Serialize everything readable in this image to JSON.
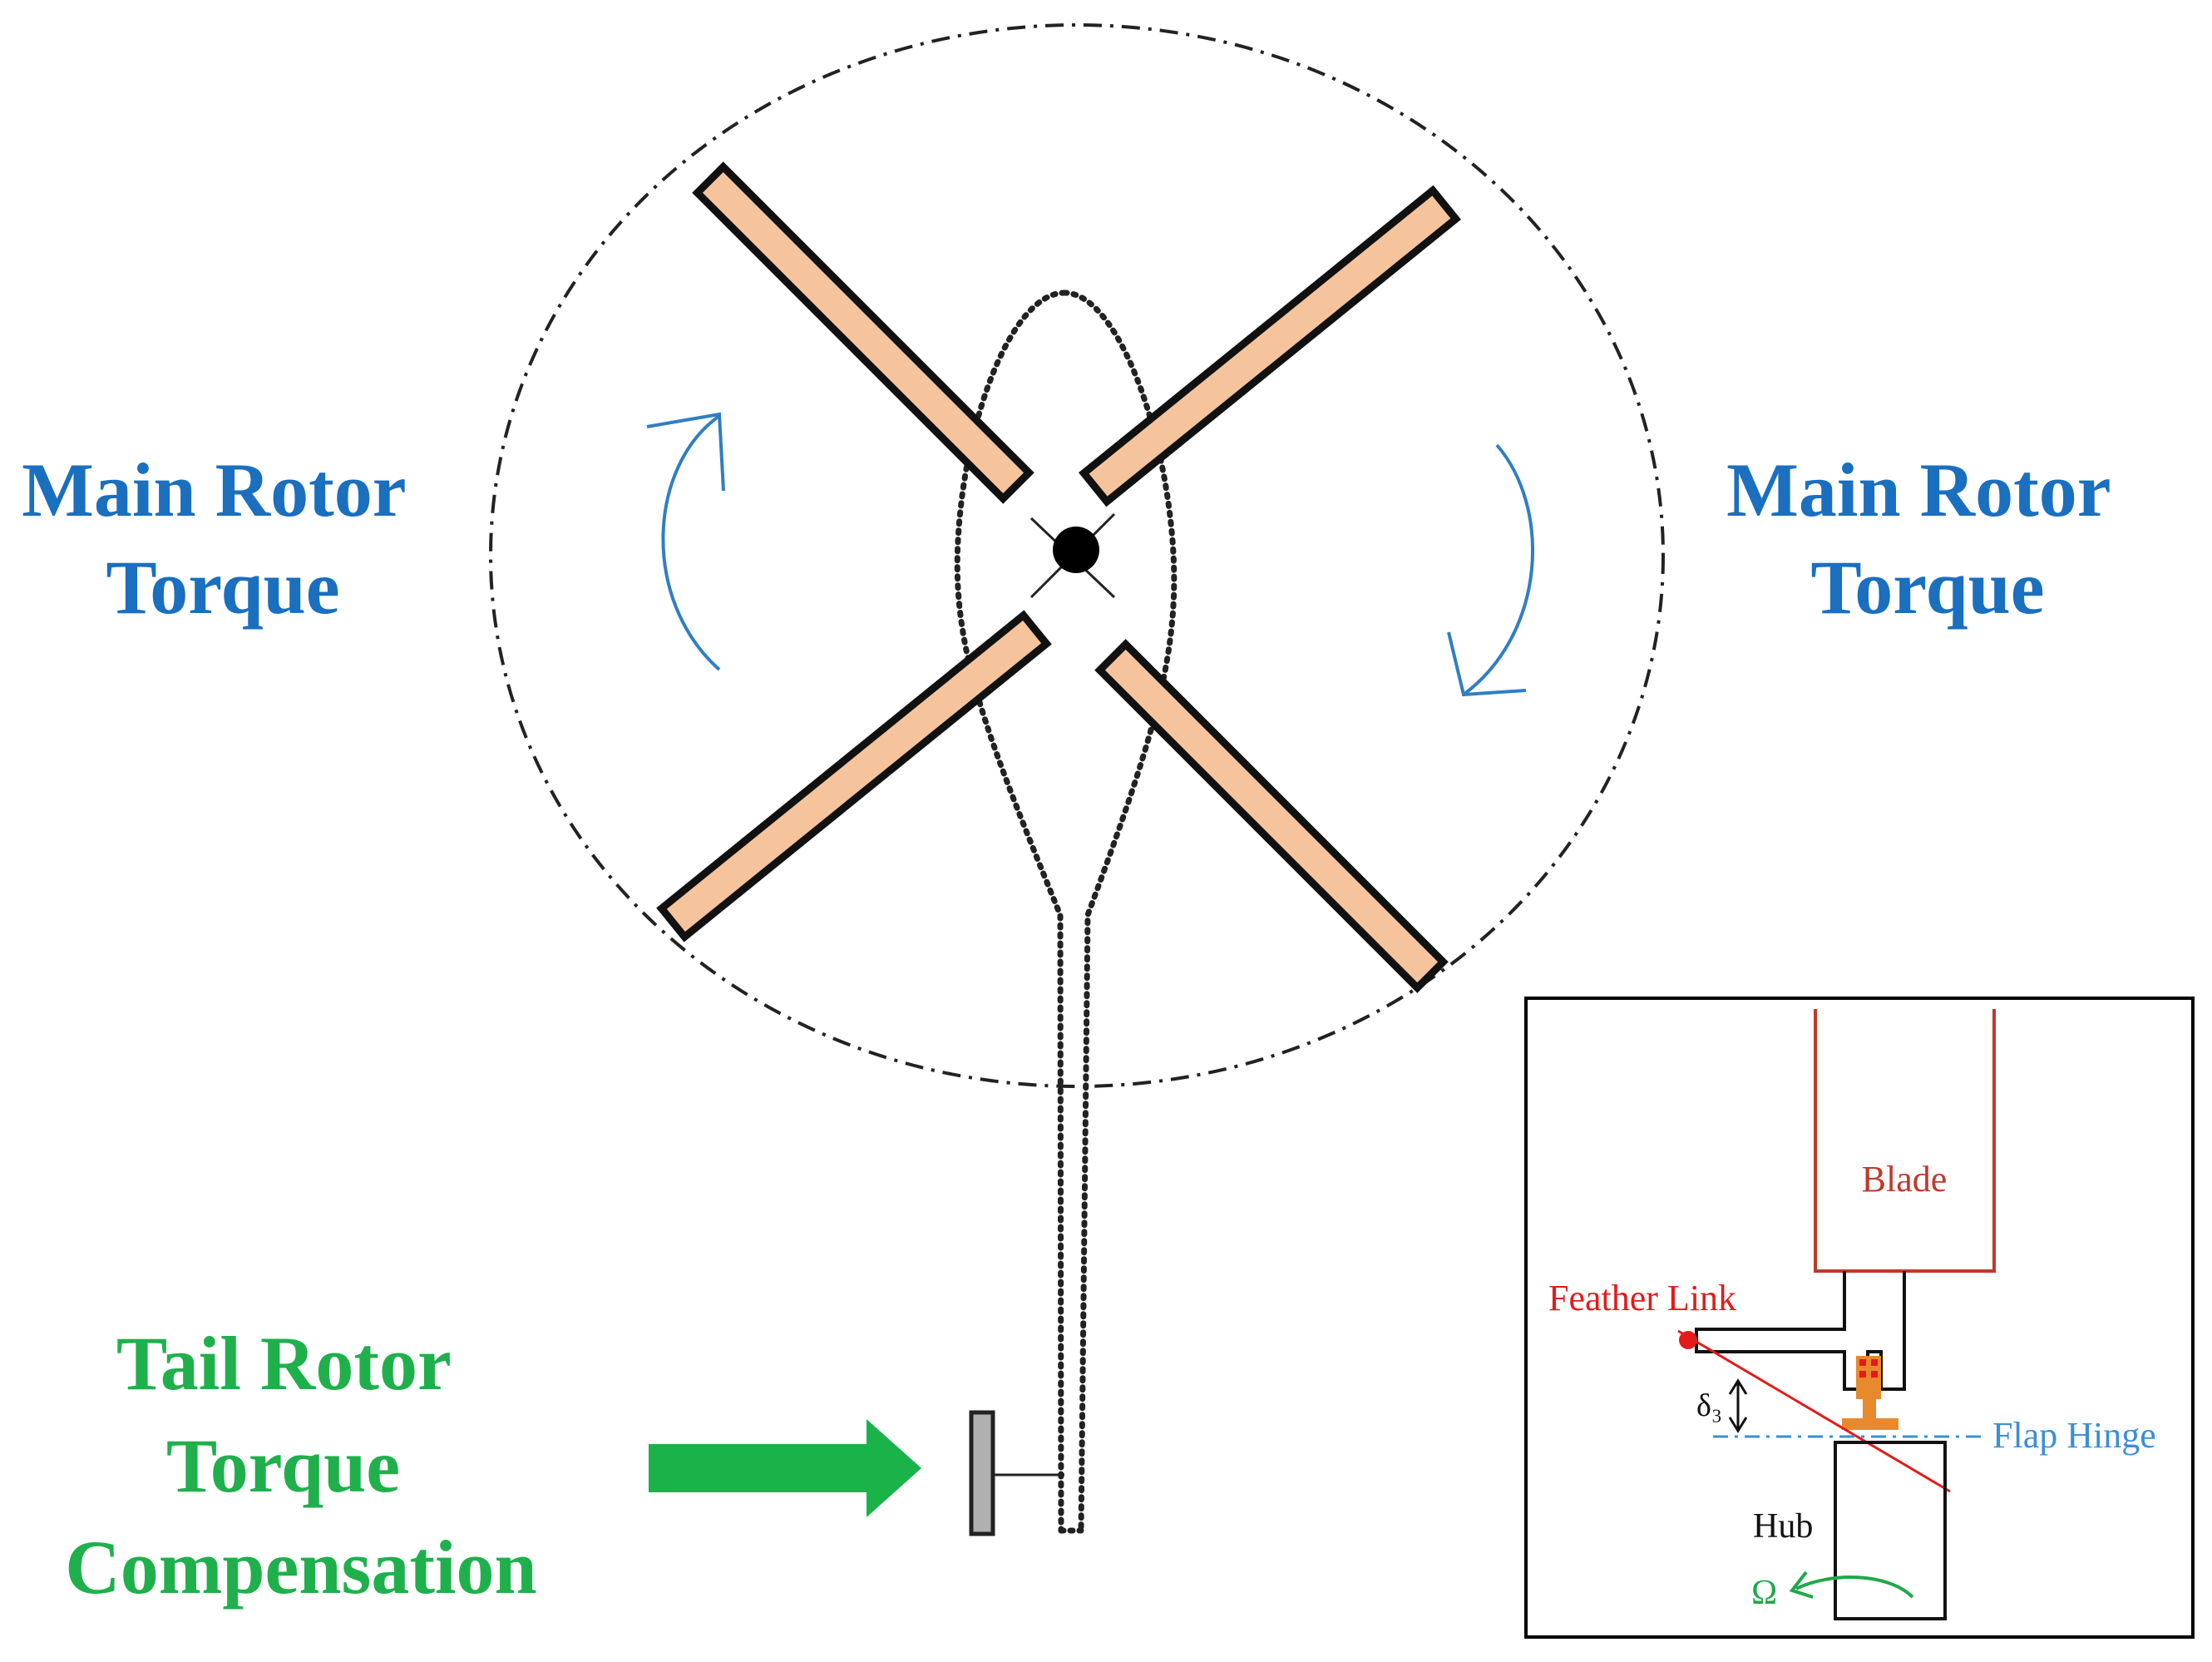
{
  "labels": {
    "main_rotor_torque_left": [
      "Main Rotor",
      "Torque"
    ],
    "main_rotor_torque_right": [
      "Main Rotor",
      "Torque"
    ],
    "tail_rotor": [
      "Tail Rotor",
      "Torque",
      "Compensation"
    ]
  },
  "inset": {
    "blade": "Blade",
    "feather_link": "Feather Link",
    "delta3": "δ₃",
    "flap_hinge": "Flap Hinge",
    "hub": "Hub",
    "omega": "Ω"
  },
  "colors": {
    "main_rotor_text": "#1a6fbf",
    "tail_rotor_text": "#1fb04c",
    "blade_fill": "#f5c49c",
    "rotation_arrow": "#2f7ec4",
    "tail_arrow": "#19b34a",
    "inset_blade_line": "#c0392b",
    "feather_link": "#e31b1b",
    "flap_hinge": "#3a8fd6",
    "hinge_block": "#e8892e",
    "omega": "#1fa84a"
  }
}
